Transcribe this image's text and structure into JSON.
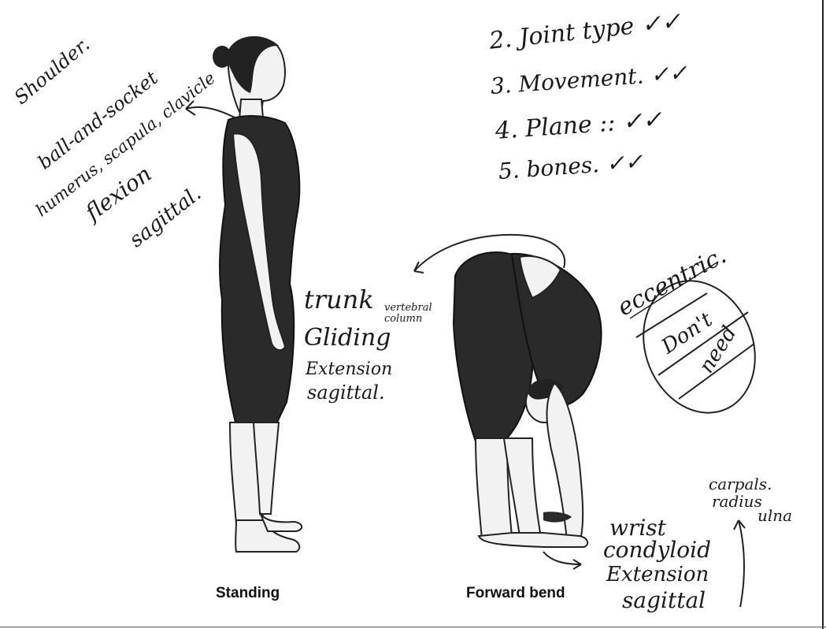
{
  "captions": {
    "standing": "Standing",
    "forward_bend": "Forward bend"
  },
  "annotations": {
    "shoulder": {
      "joint": "Shoulder.",
      "type": "ball-and-socket",
      "bones": "humerus, scapula, clavicle",
      "movement": "flexion",
      "plane": "sagittal."
    },
    "legend": {
      "joint_type": "2. Joint type ✓✓",
      "movement": "3. Movement. ✓✓",
      "plane": "4. Plane :: ✓✓",
      "bones": "5. bones. ✓✓"
    },
    "trunk": {
      "joint": "trunk",
      "bones": "vertebral column",
      "type": "Gliding",
      "movement": "Extension",
      "plane": "sagittal."
    },
    "eccentric": {
      "label": "eccentric.",
      "note_line1": "Don't",
      "note_line2": "need"
    },
    "wrist": {
      "bones_line1": "carpals.",
      "bones_line2": "radius",
      "bones_line3": "ulna",
      "joint": "wrist",
      "type": "condyloid",
      "movement": "Extension",
      "plane": "sagittal"
    }
  }
}
